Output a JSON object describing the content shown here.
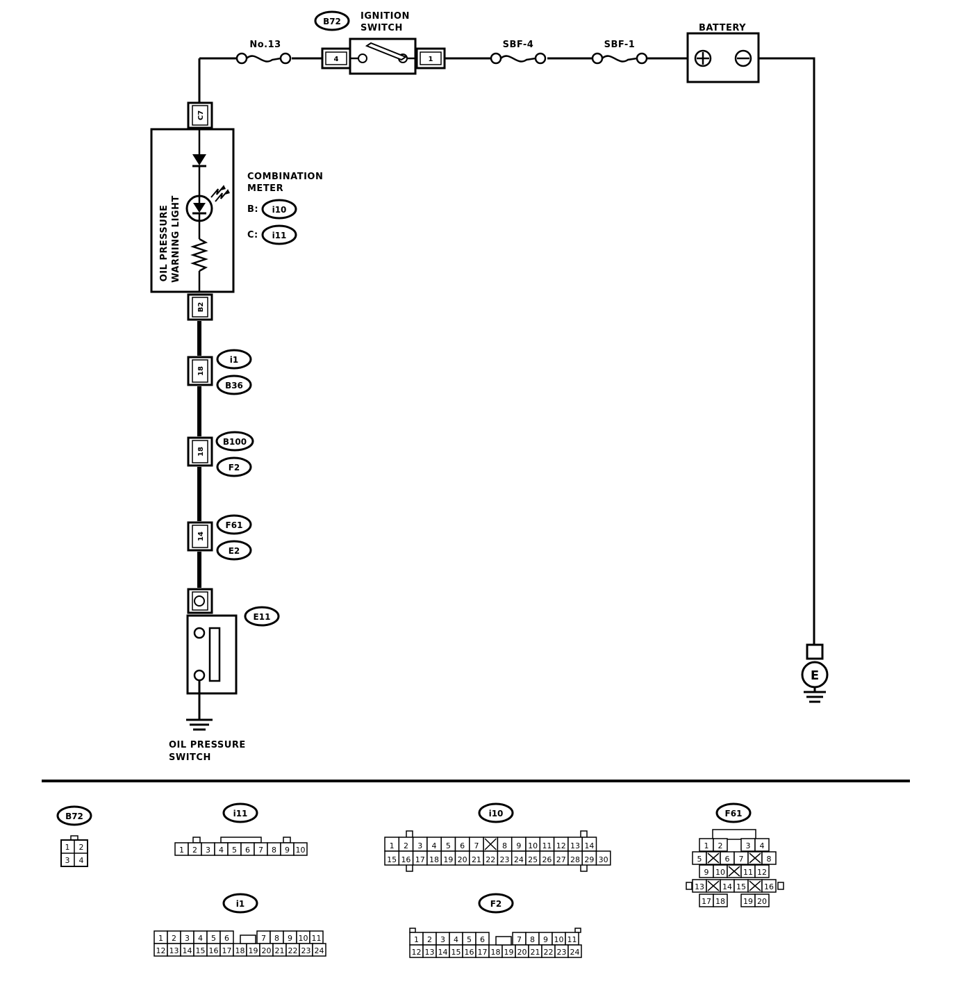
{
  "labels": {
    "ignition_switch": [
      "IGNITION",
      "SWITCH"
    ],
    "battery": "BATTERY",
    "fuse_no13": "No.13",
    "sbf4": "SBF-4",
    "sbf1": "SBF-1",
    "combination_meter": [
      "COMBINATION",
      "METER"
    ],
    "meter_b_prefix": "B:",
    "meter_c_prefix": "C:",
    "warning_light": [
      "OIL PRESSURE",
      "WARNING LIGHT"
    ],
    "oil_pressure_switch": [
      "OIL PRESSURE",
      "SWITCH"
    ],
    "ground_e": "E"
  },
  "connectors": {
    "b72": "B72",
    "i10": "i10",
    "i11": "i11",
    "i1": "i1",
    "b36": "B36",
    "b100": "B100",
    "f2": "F2",
    "f61": "F61",
    "e2": "E2",
    "e11": "E11"
  },
  "terminals": {
    "ign_4": "4",
    "ign_1": "1",
    "c7": "C7",
    "b2": "B2",
    "t18a": "18",
    "t18b": "18",
    "t14": "14"
  },
  "pinouts": {
    "b72": {
      "title": "B72",
      "rows": [
        [
          "1",
          "2"
        ],
        [
          "3",
          "4"
        ]
      ]
    },
    "i11": {
      "title": "i11",
      "rows": [
        [
          "1",
          "2",
          "3",
          "4",
          "5",
          "6",
          "7",
          "8",
          "9",
          "10"
        ]
      ]
    },
    "i10": {
      "title": "i10",
      "rows": [
        [
          "1",
          "2",
          "3",
          "4",
          "5",
          "6",
          "7",
          "",
          "8",
          "9",
          "10",
          "11",
          "12",
          "13",
          "14"
        ],
        [
          "15",
          "16",
          "17",
          "18",
          "19",
          "20",
          "21",
          "22",
          "23",
          "24",
          "25",
          "26",
          "27",
          "28",
          "29",
          "30"
        ]
      ]
    },
    "f61": {
      "title": "F61",
      "rows": [
        [
          "1",
          "2",
          "",
          "3",
          "4"
        ],
        [
          "5",
          "",
          "6",
          "7",
          "",
          "8"
        ],
        [
          "9",
          "10",
          "",
          "11",
          "12"
        ],
        [
          "13",
          "",
          "14",
          "15",
          "",
          "16"
        ],
        [
          "17",
          "18",
          "",
          "19",
          "20"
        ]
      ]
    },
    "i1": {
      "title": "i1",
      "rows": [
        [
          "1",
          "2",
          "3",
          "4",
          "5",
          "6",
          "",
          "7",
          "8",
          "9",
          "10",
          "11"
        ],
        [
          "12",
          "13",
          "14",
          "15",
          "16",
          "17",
          "18",
          "19",
          "20",
          "21",
          "22",
          "23",
          "24"
        ]
      ]
    },
    "f2": {
      "title": "F2",
      "rows": [
        [
          "1",
          "2",
          "3",
          "4",
          "5",
          "6",
          "",
          "7",
          "8",
          "9",
          "10",
          "11"
        ],
        [
          "12",
          "13",
          "14",
          "15",
          "16",
          "17",
          "18",
          "19",
          "20",
          "21",
          "22",
          "23",
          "24"
        ]
      ]
    }
  }
}
